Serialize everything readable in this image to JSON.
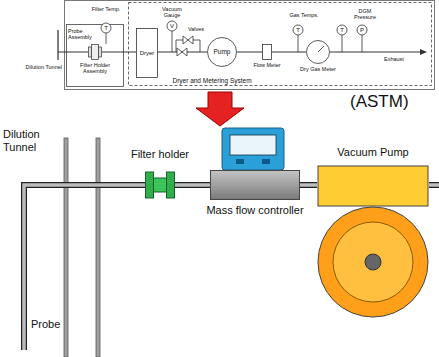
{
  "diagram": {
    "nodes": [
      {
        "text": [
          "Filter Holder Assembly"
        ]
      },
      {
        "text": [
          "Dryer and Metering System"
        ]
      },
      {
        "text": [
          "Dryer"
        ],
        "in": 1
      },
      {
        "text": [
          "Pump"
        ],
        "in": 1
      },
      {
        "text": [
          "Flow Meter"
        ],
        "in": 1
      },
      {
        "text": [
          "Dry Gas Meter"
        ],
        "in": 1
      },
      {
        "text": [
          "Filter holder"
        ]
      },
      {
        "text": [
          "Mass flow controller"
        ]
      },
      {
        "text": [
          "Vacuum Pump"
        ]
      }
    ],
    "edges": [
      {
        "from": 0,
        "to": 2,
        "arrow": "none"
      },
      {
        "from": 2,
        "to": 3,
        "arrow": "none"
      },
      {
        "from": 3,
        "to": 4,
        "arrow": "none"
      },
      {
        "from": 4,
        "to": 5,
        "arrow": "none"
      },
      {
        "from": 6,
        "to": 7,
        "arrow": "none"
      },
      {
        "from": 7,
        "to": 8,
        "arrow": "none"
      }
    ],
    "labels": [
      "Vacuum Gauge",
      "Valves",
      "Filter Temp.",
      "Probe Assembly",
      "Gas Temps.",
      "DGM Pressure",
      "Exhaust",
      "Dilution Tunnel",
      "(ASTM)",
      "Dilution Tunnel",
      "Probe",
      "V",
      "T",
      "T",
      "T",
      "P"
    ]
  }
}
